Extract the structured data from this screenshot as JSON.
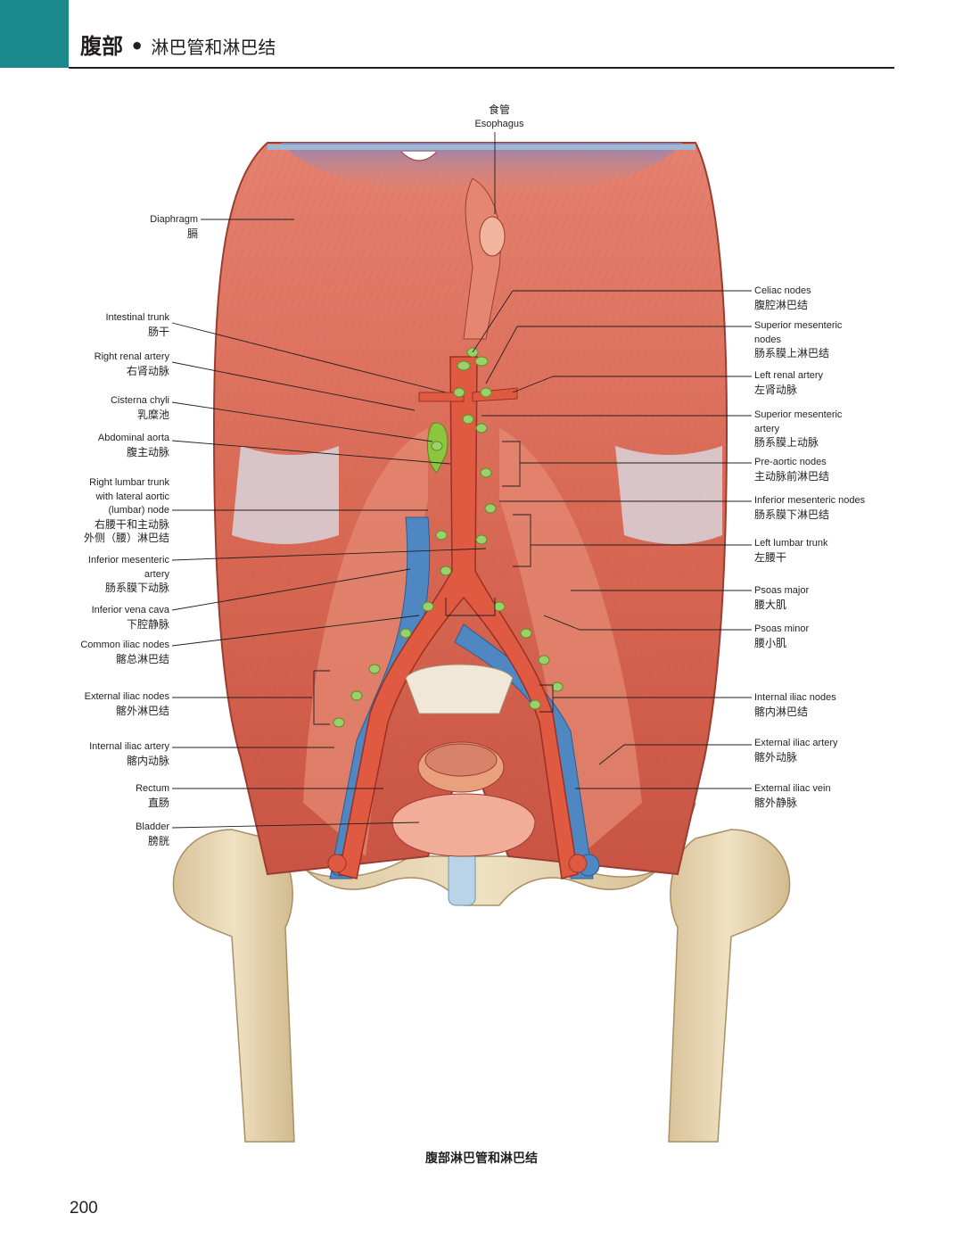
{
  "header": {
    "section": "腹部",
    "separator": "•",
    "subtitle": "淋巴管和淋巴结",
    "accent_color": "#1a8a8c"
  },
  "labels": {
    "esophagus": {
      "cn": "食管",
      "en": "Esophagus"
    },
    "diaphragm": {
      "en": "Diaphragm",
      "cn": "膈"
    },
    "intestinal_trunk": {
      "en": "Intestinal trunk",
      "cn": "肠干"
    },
    "right_renal_artery": {
      "en": "Right renal artery",
      "cn": "右肾动脉"
    },
    "cisterna_chyli": {
      "en": "Cisterna chyli",
      "cn": "乳糜池"
    },
    "abdominal_aorta": {
      "en": "Abdominal aorta",
      "cn": "腹主动脉"
    },
    "right_lumbar_trunk": {
      "en1": "Right lumbar trunk",
      "en2": "with lateral aortic",
      "en3": "(lumbar) node",
      "cn1": "右腰干和主动脉",
      "cn2": "外侧（腰）淋巴结"
    },
    "inferior_mesenteric_artery": {
      "en1": "Inferior mesenteric",
      "en2": "artery",
      "cn": "肠系膜下动脉"
    },
    "inferior_vena_cava": {
      "en": "Inferior vena cava",
      "cn": "下腔静脉"
    },
    "common_iliac_nodes": {
      "en": "Common iliac nodes",
      "cn": "髂总淋巴结"
    },
    "external_iliac_nodes": {
      "en": "External iliac nodes",
      "cn": "髂外淋巴结"
    },
    "internal_iliac_artery": {
      "en": "Internal iliac artery",
      "cn": "髂内动脉"
    },
    "rectum": {
      "en": "Rectum",
      "cn": "直肠"
    },
    "bladder": {
      "en": "Bladder",
      "cn": "膀胱"
    },
    "celiac_nodes": {
      "en": "Celiac nodes",
      "cn": "腹腔淋巴结"
    },
    "superior_mesenteric_nodes": {
      "en1": "Superior mesenteric",
      "en2": "nodes",
      "cn": "肠系膜上淋巴结"
    },
    "left_renal_artery": {
      "en": "Left renal artery",
      "cn": "左肾动脉"
    },
    "superior_mesenteric_artery": {
      "en1": "Superior mesenteric",
      "en2": "artery",
      "cn": "肠系膜上动脉"
    },
    "pre_aortic_nodes": {
      "en": "Pre-aortic nodes",
      "cn": "主动脉前淋巴结"
    },
    "inferior_mesenteric_nodes": {
      "en": "Inferior mesenteric nodes",
      "cn": "肠系膜下淋巴结"
    },
    "left_lumbar_trunk": {
      "en": "Left lumbar trunk",
      "cn": "左腰干"
    },
    "psoas_major": {
      "en": "Psoas major",
      "cn": "腰大肌"
    },
    "psoas_minor": {
      "en": "Psoas minor",
      "cn": "腰小肌"
    },
    "internal_iliac_nodes": {
      "en": "Internal iliac nodes",
      "cn": "髂内淋巴结"
    },
    "external_iliac_artery": {
      "en": "External iliac artery",
      "cn": "髂外动脉"
    },
    "external_iliac_vein": {
      "en": "External iliac vein",
      "cn": "髂外静脉"
    }
  },
  "caption": "腹部淋巴管和淋巴结",
  "page_number": "200"
}
